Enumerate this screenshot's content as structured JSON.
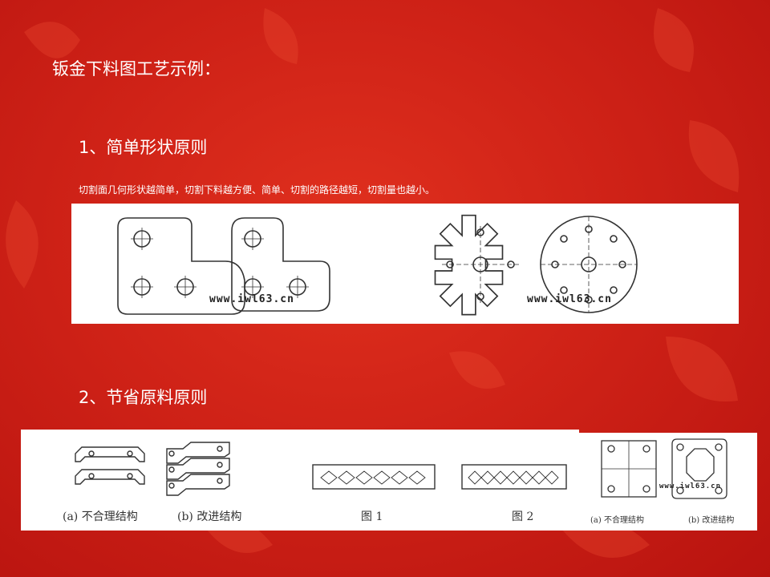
{
  "slide": {
    "title": "钣金下料图工艺示例：",
    "section1": {
      "heading": "1、简单形状原则",
      "description": "切割面几何形状越简单，切割下料越方便、简单、切割的路径越短，切割量也越小。",
      "watermark_left": "www.iwl63.cn",
      "watermark_right": "www.iwl63.cn"
    },
    "section2": {
      "heading": "2、节省原料原则",
      "caption_a": "(a) 不合理结构",
      "caption_b": "(b) 改进结构",
      "caption_fig1": "图 1",
      "caption_fig2": "图 2",
      "caption_a2": "(a) 不合理结构",
      "caption_b2": "(b) 改进结构",
      "watermark": "www.iwl63.cn"
    }
  },
  "colors": {
    "background": "#c81c14",
    "text": "#ffffff",
    "panel": "#ffffff",
    "line": "#333333"
  }
}
